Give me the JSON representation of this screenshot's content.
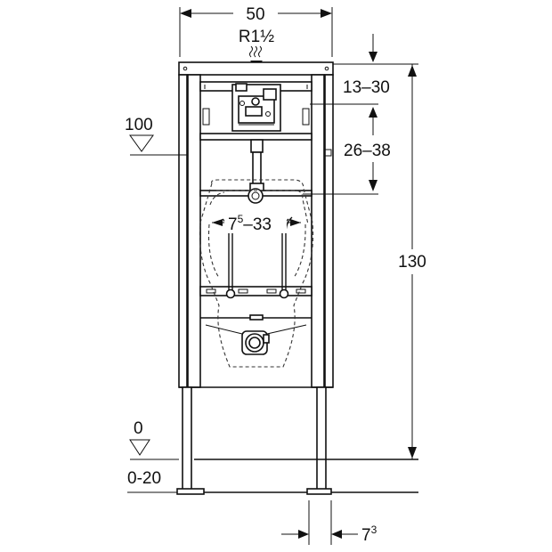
{
  "dimensions": {
    "width": "50",
    "thread": "R1",
    "thread_fraction": "½",
    "top_range": "13–30",
    "mid_range": "26–38",
    "connector_base": "7",
    "connector_sup": "5",
    "connector_range": "–33",
    "height": "130",
    "foot_base": "7",
    "foot_sup": "3"
  },
  "levels": {
    "upper": "100",
    "floor": "0",
    "floor_range": "0-20"
  },
  "colors": {
    "line": "#111111",
    "background": "#ffffff"
  }
}
